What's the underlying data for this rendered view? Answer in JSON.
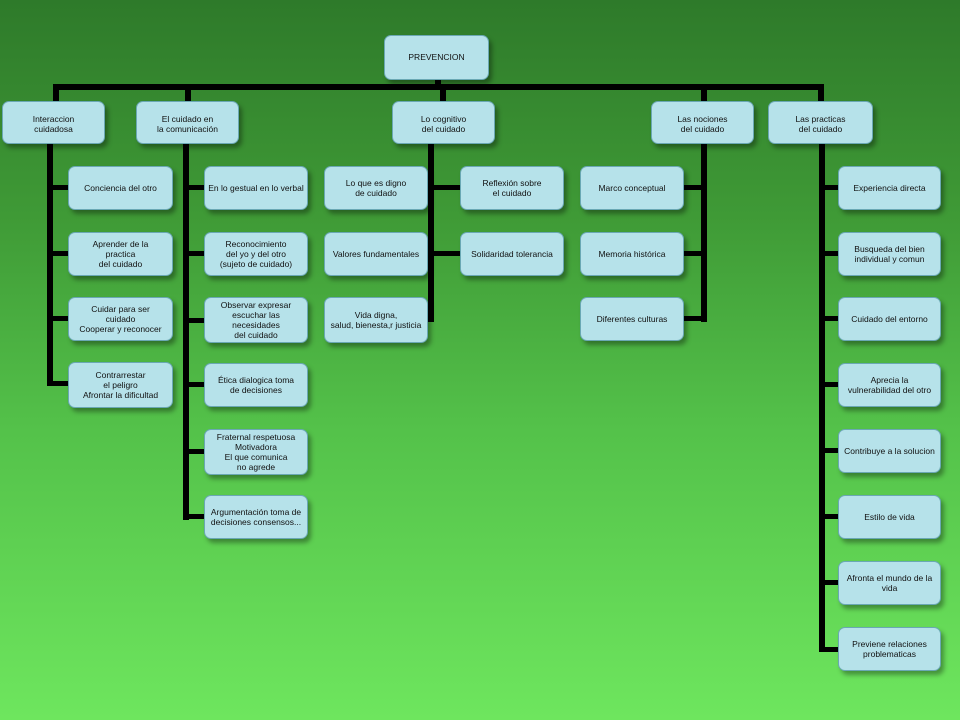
{
  "root": "PREVENCION",
  "branches": [
    {
      "label": "Interaccion\n cuidadosa",
      "children": [
        "Conciencia del otro",
        "Aprender de la\npractica\ndel cuidado",
        "Cuidar para ser\ncuidado\nCooperar y reconocer",
        "Contrarrestar\nel peligro\nAfrontar la dificultad"
      ]
    },
    {
      "label": "El cuidado en\nla comunicación",
      "children": [
        "En lo gestual en lo verbal",
        "Reconocimiento\n del yo y del otro\n(sujeto de cuidado)",
        "Observar expresar\nescuchar las\nnecesidades\ndel cuidado",
        "Ética dialogica toma\nde decisiones",
        "Fraternal respetuosa\nMotivadora\nEl que comunica\n no agrede",
        "Argumentación toma de\ndecisiones consensos..."
      ]
    },
    {
      "label": "Lo cognitivo\n del cuidado",
      "children_left": [
        "Lo que es digno\nde cuidado",
        "Valores fundamentales",
        "Vida digna,\nsalud, bienesta,r justicia"
      ],
      "children_right": [
        "Reflexión sobre\nel cuidado",
        "Solidaridad tolerancia"
      ]
    },
    {
      "label": "Las nociones\n del cuidado",
      "children": [
        "Marco conceptual",
        "Memoria histórica",
        "Diferentes culturas"
      ]
    },
    {
      "label": "Las practicas\ndel cuidado",
      "children": [
        "Experiencia directa",
        "Busqueda del bien\nindividual y comun",
        "Cuidado del entorno",
        "Aprecia la\nvulnerabilidad del otro",
        "Contribuye a la solucion",
        "Estilo de vida",
        "Afronta el mundo de la vida",
        "Previene relaciones\nproblematicas"
      ]
    }
  ]
}
